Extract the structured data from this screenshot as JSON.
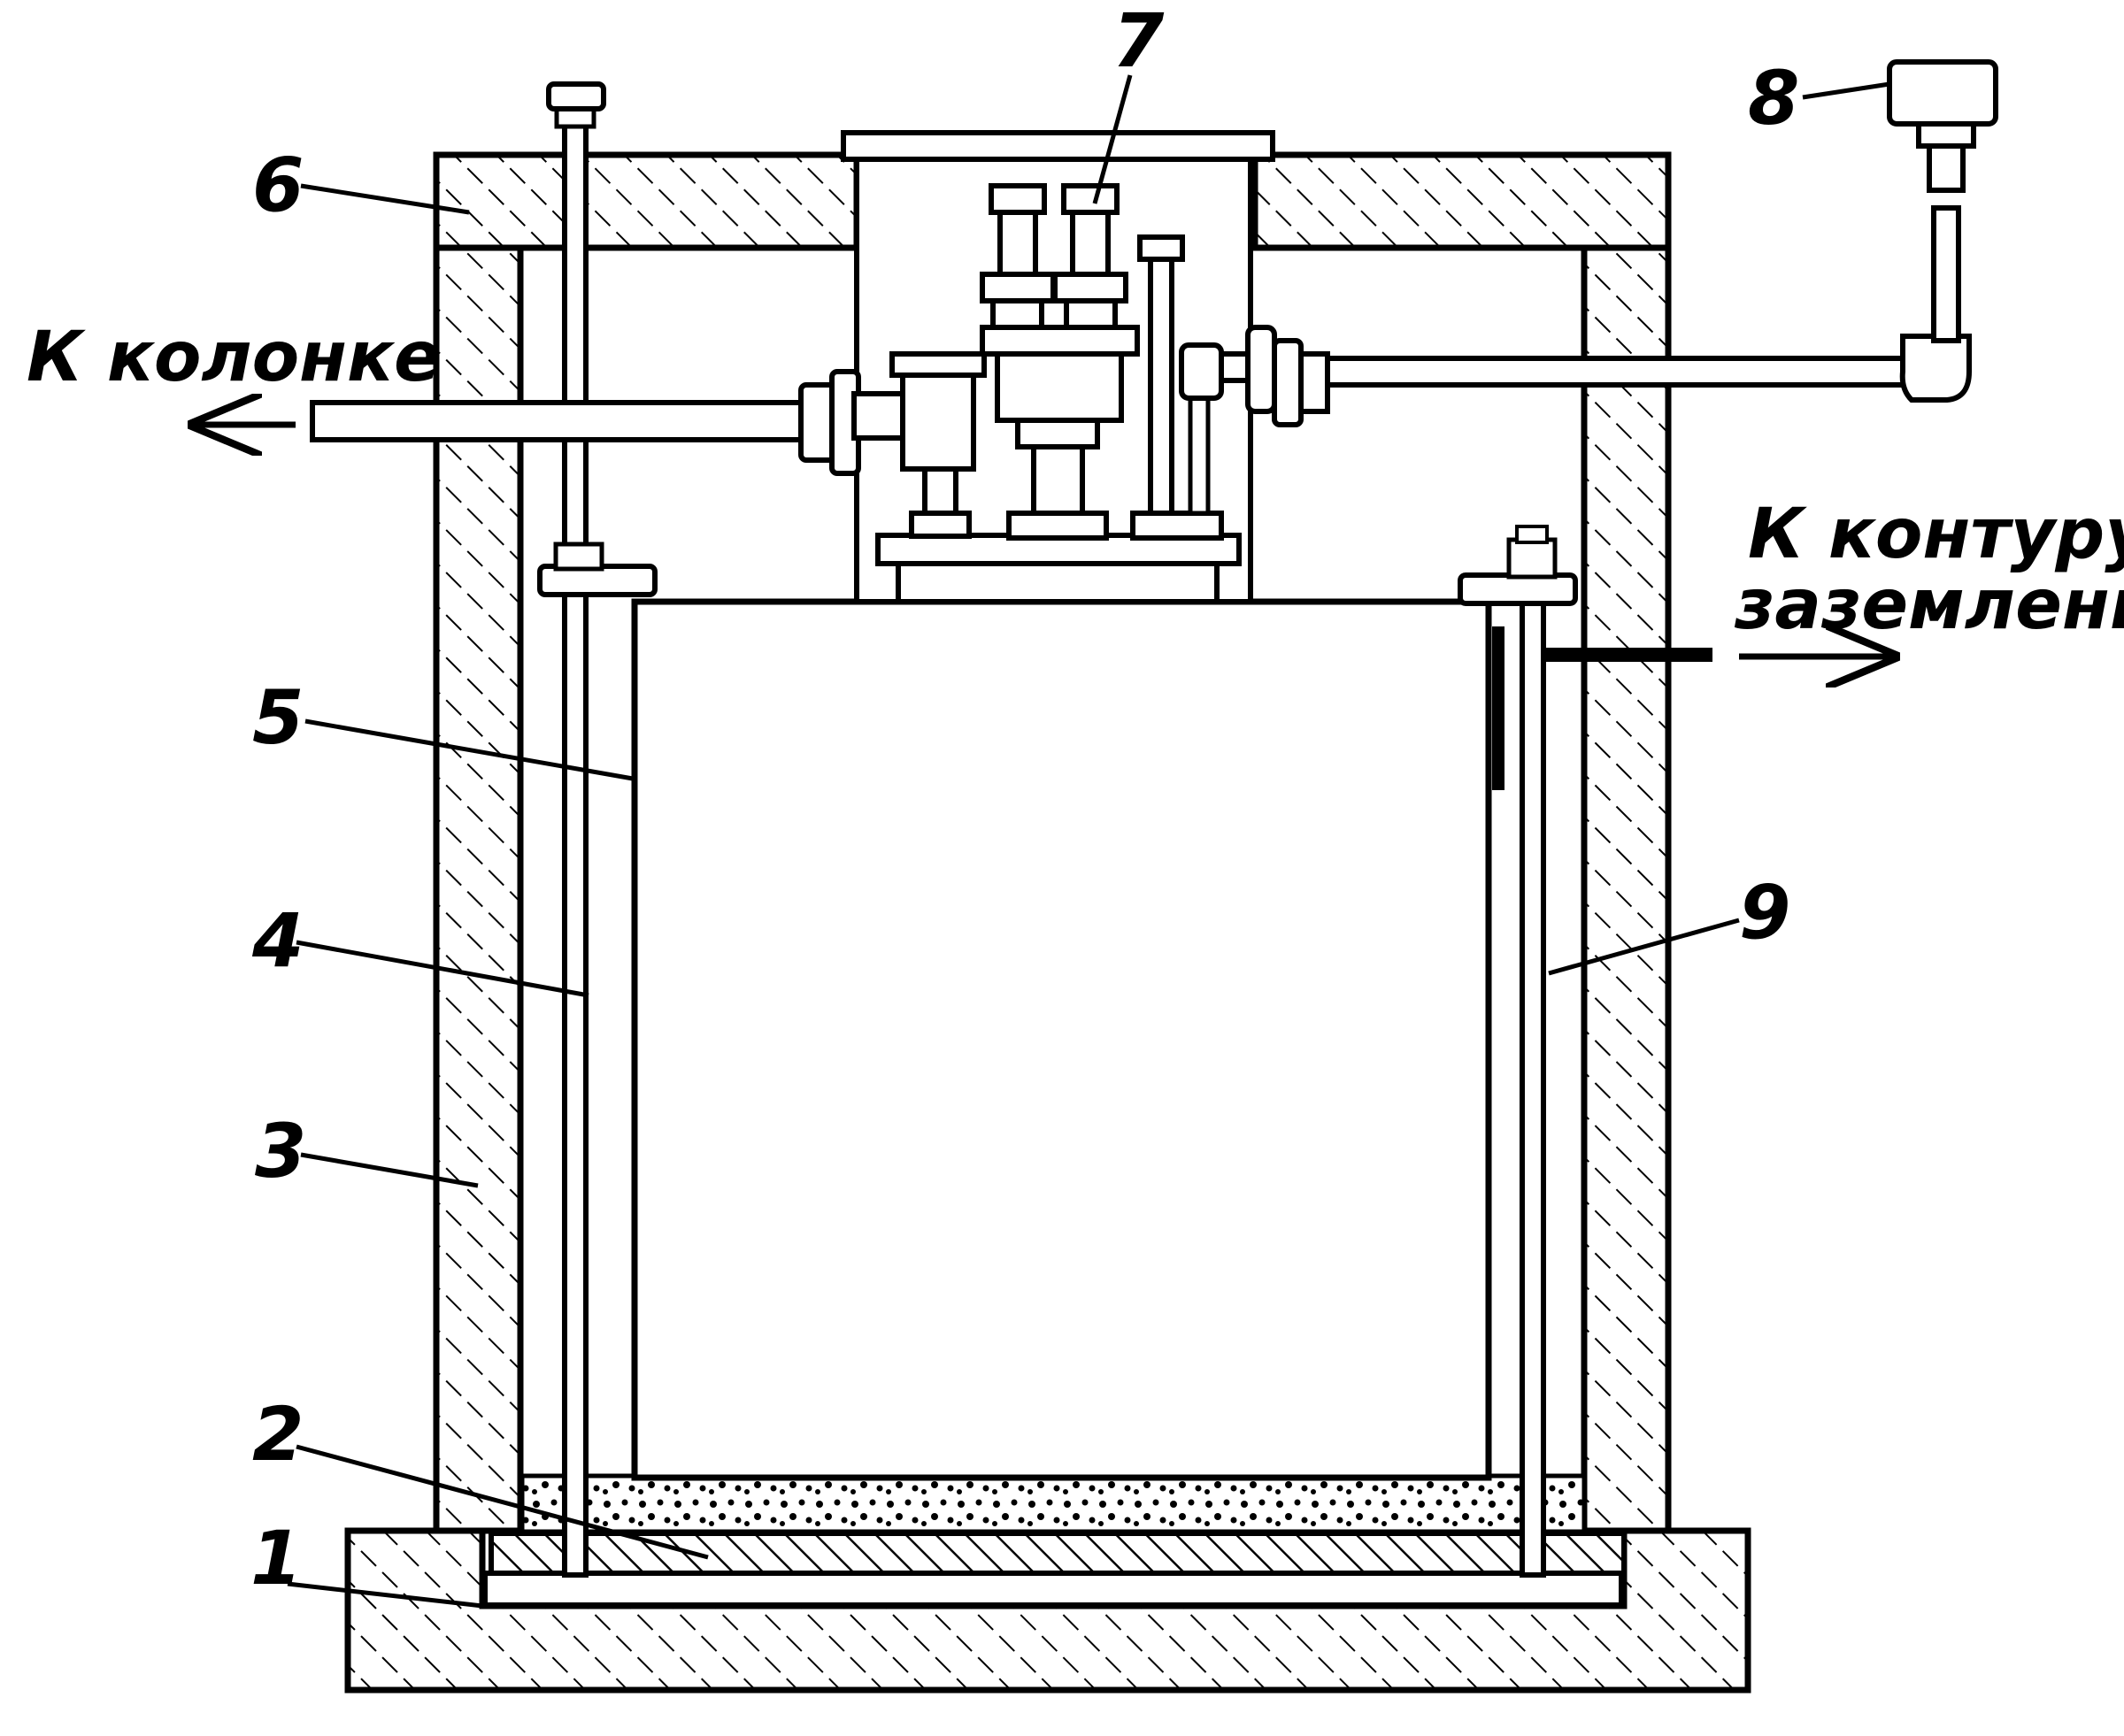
{
  "labels": {
    "n1": "1",
    "n2": "2",
    "n3": "3",
    "n4": "4",
    "n5": "5",
    "n6": "6",
    "n7": "7",
    "n8": "8",
    "n9": "9"
  },
  "captions": {
    "to_column": "К колонке",
    "to_ground_line1": "К контуру",
    "to_ground_line2": "заземления"
  }
}
